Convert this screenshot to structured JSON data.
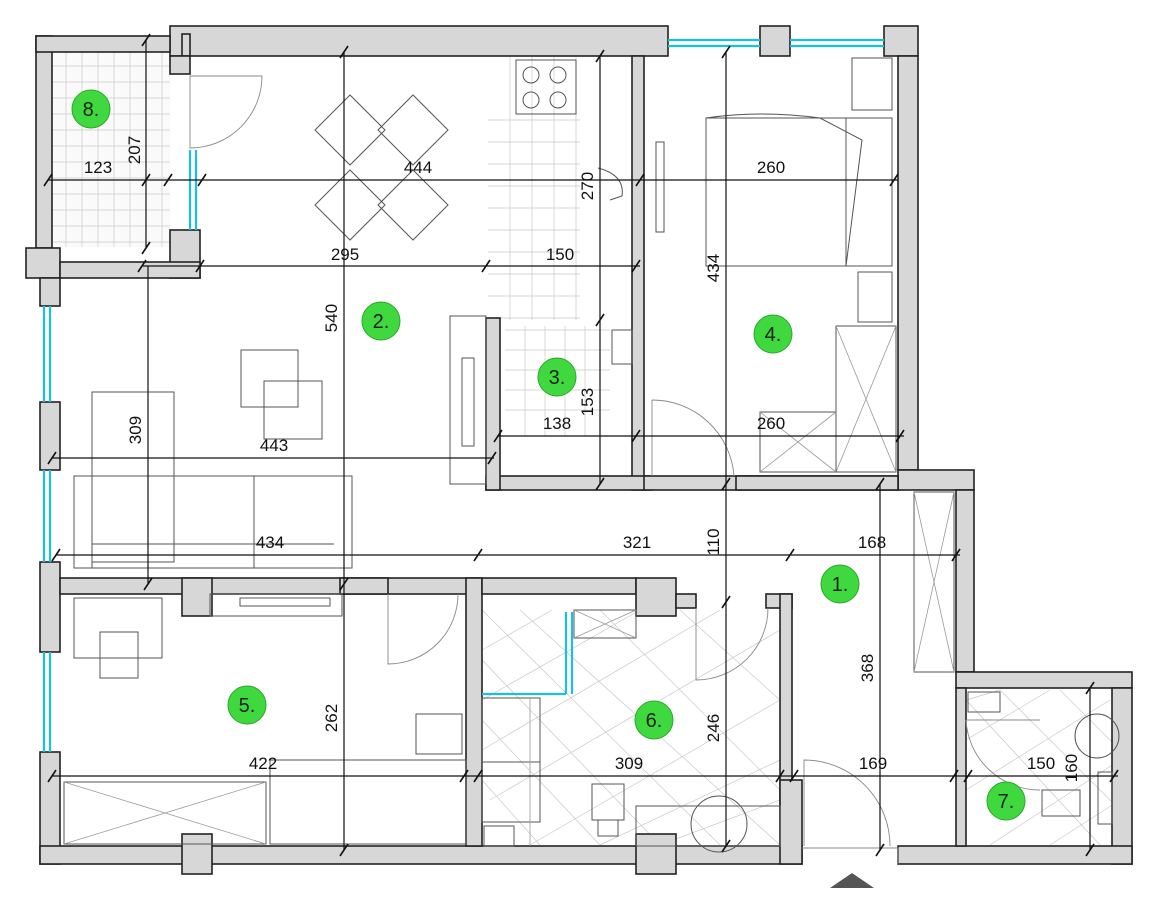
{
  "rooms": [
    {
      "id": "r1",
      "label": "1."
    },
    {
      "id": "r2",
      "label": "2."
    },
    {
      "id": "r3",
      "label": "3."
    },
    {
      "id": "r4",
      "label": "4."
    },
    {
      "id": "r5",
      "label": "5."
    },
    {
      "id": "r6",
      "label": "6."
    },
    {
      "id": "r7",
      "label": "7."
    },
    {
      "id": "r8",
      "label": "8."
    }
  ],
  "dimensions": {
    "balcony_width": "123",
    "balcony_depth": "207",
    "dining_width": "444",
    "kitchen_depth": "270",
    "bedroom4_width_top": "260",
    "living_span_a": "295",
    "kitchen_span": "150",
    "bedroom4_depth": "434",
    "living_depth": "540",
    "pantry_depth": "153",
    "pantry_width": "138",
    "bedroom4_width_bottom": "260",
    "living_height": "309",
    "living_width": "443",
    "hall_living_width": "434",
    "hall_width": "321",
    "hall_gap": "110",
    "entry_width": "168",
    "hall_depth": "368",
    "bedroom5_depth": "262",
    "bedroom5_width": "422",
    "bathroom_width": "309",
    "bathroom_depth": "246",
    "entry_bottom_width": "169",
    "wc_width": "150",
    "wc_depth": "160"
  }
}
